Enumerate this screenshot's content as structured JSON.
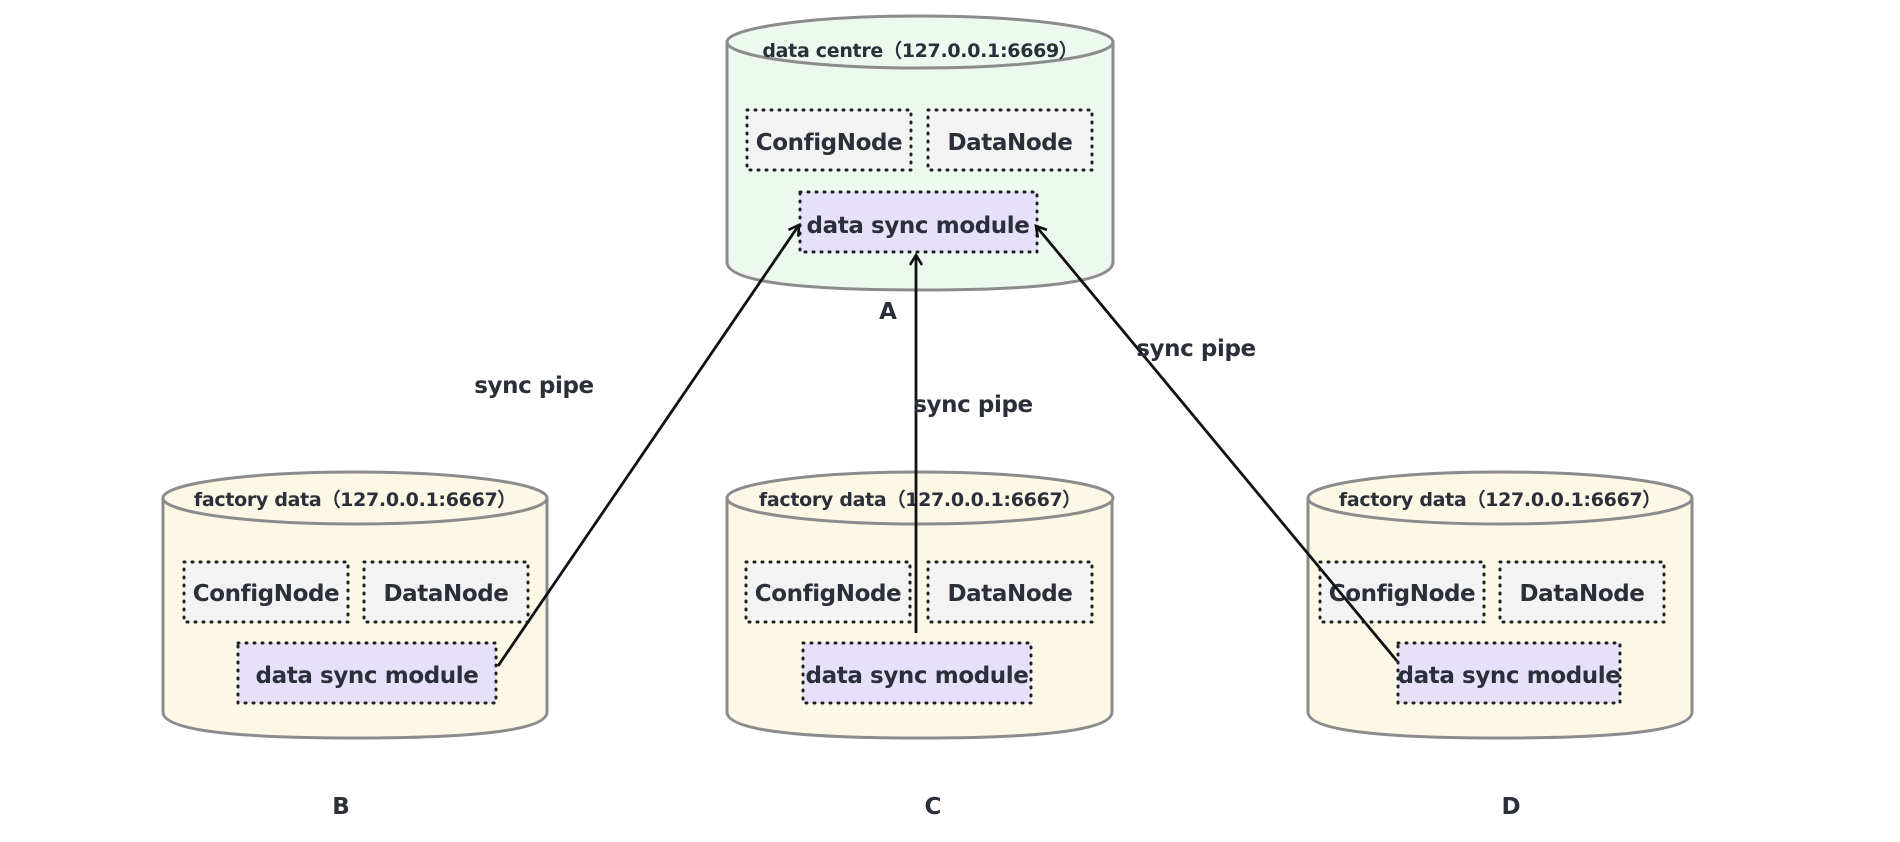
{
  "colors": {
    "center_fill": "#edf8ef",
    "factory_fill": "#fdf7e6",
    "cylinder_stroke": "#8c8c8c",
    "node_fill": "#f3f3f3",
    "sync_fill": "#e6e0fb",
    "dotted_border": "#1f1f1f",
    "arrow": "#111111",
    "arrow_a_tip": "#6e7a74"
  },
  "servers": [
    {
      "id": "A",
      "label": "A",
      "title": "data centre（127.0.0.1:6669）",
      "role": "center",
      "config_node": "ConfigNode",
      "data_node": "DataNode",
      "sync_module": "data sync module"
    },
    {
      "id": "B",
      "label": "B",
      "title": "factory data（127.0.0.1:6667）",
      "role": "factory",
      "config_node": "ConfigNode",
      "data_node": "DataNode",
      "sync_module": "data sync module"
    },
    {
      "id": "C",
      "label": "C",
      "title": "factory data（127.0.0.1:6667）",
      "role": "factory",
      "config_node": "ConfigNode",
      "data_node": "DataNode",
      "sync_module": "data sync module"
    },
    {
      "id": "D",
      "label": "D",
      "title": "factory data（127.0.0.1:6667）",
      "role": "factory",
      "config_node": "ConfigNode",
      "data_node": "DataNode",
      "sync_module": "data sync module"
    }
  ],
  "edges": [
    {
      "from": "B",
      "to": "A",
      "label": "sync pipe"
    },
    {
      "from": "C",
      "to": "A",
      "label": "sync pipe"
    },
    {
      "from": "D",
      "to": "A",
      "label": "sync pipe"
    }
  ]
}
